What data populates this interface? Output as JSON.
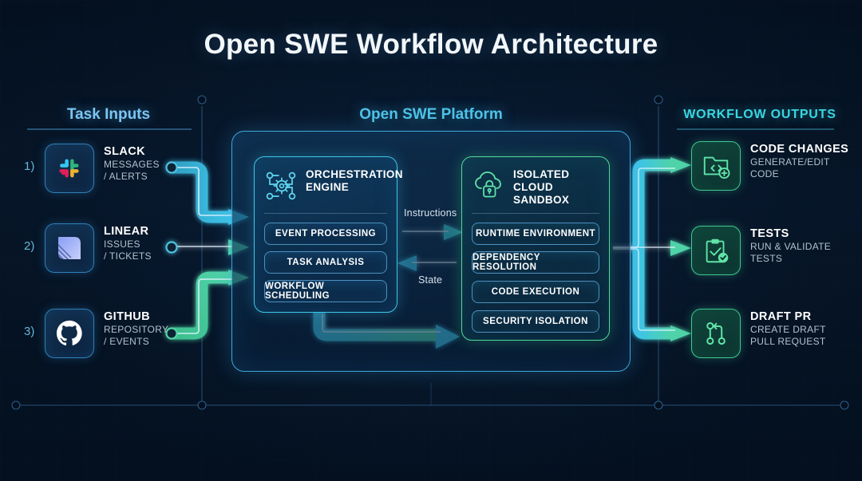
{
  "title": "Open SWE Workflow Architecture",
  "columns": {
    "inputs_heading": "Task Inputs",
    "platform_heading": "Open SWE Platform",
    "outputs_heading": "WORKFLOW OUTPUTS"
  },
  "inputs": [
    {
      "num": "1)",
      "icon": "slack-icon",
      "name": "SLACK",
      "desc1": "MESSAGES",
      "desc2": "/ ALERTS"
    },
    {
      "num": "2)",
      "icon": "linear-icon",
      "name": "LINEAR",
      "desc1": "ISSUES",
      "desc2": "/ TICKETS"
    },
    {
      "num": "3)",
      "icon": "github-icon",
      "name": "GITHUB",
      "desc1": "REPOSITORY",
      "desc2": "/ EVENTS"
    }
  ],
  "orchestration": {
    "icon": "gear-circuit-icon",
    "title_line1": "ORCHESTRATION",
    "title_line2": "ENGINE",
    "items": [
      "EVENT PROCESSING",
      "TASK ANALYSIS",
      "WORKFLOW SCHEDULING"
    ]
  },
  "sandbox": {
    "icon": "cloud-lock-icon",
    "title_line1": "ISOLATED CLOUD",
    "title_line2": "SANDBOX",
    "items": [
      "RUNTIME ENVIRONMENT",
      "DEPENDENCY RESOLUTION",
      "CODE EXECUTION",
      "SECURITY ISOLATION"
    ]
  },
  "flows": {
    "instructions_label": "Instructions",
    "state_label": "State"
  },
  "outputs": [
    {
      "icon": "code-folder-icon",
      "name": "CODE CHANGES",
      "desc1": "GENERATE/EDIT",
      "desc2": "CODE"
    },
    {
      "icon": "clipboard-check-icon",
      "name": "TESTS",
      "desc1": "RUN & VALIDATE",
      "desc2": "TESTS"
    },
    {
      "icon": "pull-request-icon",
      "name": "DRAFT PR",
      "desc1": "CREATE DRAFT",
      "desc2": "PULL REQUEST"
    }
  ],
  "colors": {
    "background": "#04101f",
    "cyan": "#3fc6e8",
    "green": "#52d99a",
    "heading_blue": "#7cc6f2",
    "heading_teal": "#3ad6e0",
    "text_primary": "#ffffff",
    "text_secondary": "#b2c2d0"
  }
}
